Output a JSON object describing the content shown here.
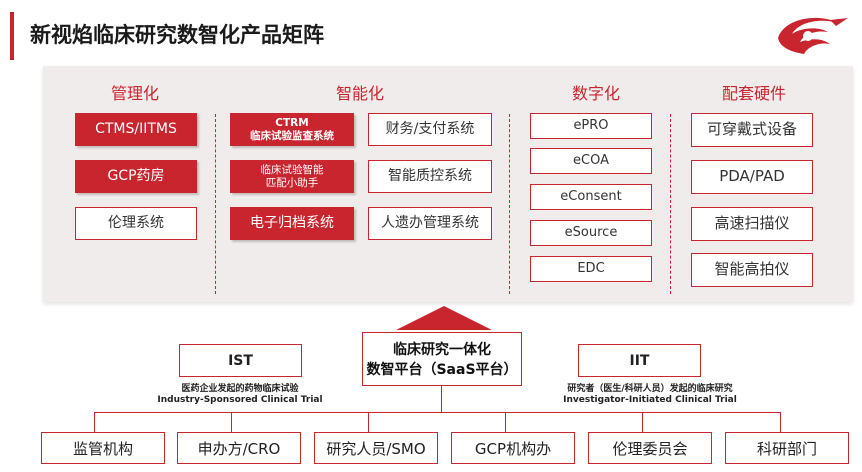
{
  "title": "新视焰临床研究数智化产品矩阵",
  "columns": {
    "management": {
      "head": "管理化",
      "items": [
        "CTMS/IITMS",
        "GCP药房",
        "伦理系统"
      ]
    },
    "intelligent": {
      "head": "智能化",
      "ctrm_line1": "CTRM",
      "ctrm_line2": "临床试验监查系统",
      "matching_line1": "临床试验智能",
      "matching_line2": "匹配小助手",
      "archive": "电子归档系统",
      "finance": "财务/支付系统",
      "qc": "智能质控系统",
      "hr": "人遗办管理系统"
    },
    "digital": {
      "head": "数字化",
      "items": [
        "ePRO",
        "eCOA",
        "eConsent",
        "eSource",
        "EDC"
      ]
    },
    "hardware": {
      "head": "配套硬件",
      "items": [
        "可穿戴式设备",
        "PDA/PAD",
        "高速扫描仪",
        "智能高拍仪"
      ]
    }
  },
  "platform": {
    "line1": "临床研究一体化",
    "line2": "数智平台（SaaS平台）"
  },
  "ist": {
    "label": "IST",
    "caption1": "医药企业发起的药物临床试验",
    "caption2": "Industry-Sponsored Clinical Trial"
  },
  "iit": {
    "label": "IIT",
    "caption1": "研究者（医生/科研人员）发起的临床研究",
    "caption2": "Investigator-Initiated Clinical Trial"
  },
  "stakeholders": [
    "监管机构",
    "申办方/CRO",
    "研究人员/SMO",
    "GCP机构办",
    "伦理委员会",
    "科研部门"
  ],
  "colors": {
    "accent": "#c9252f",
    "panel": "#f1ecec"
  }
}
